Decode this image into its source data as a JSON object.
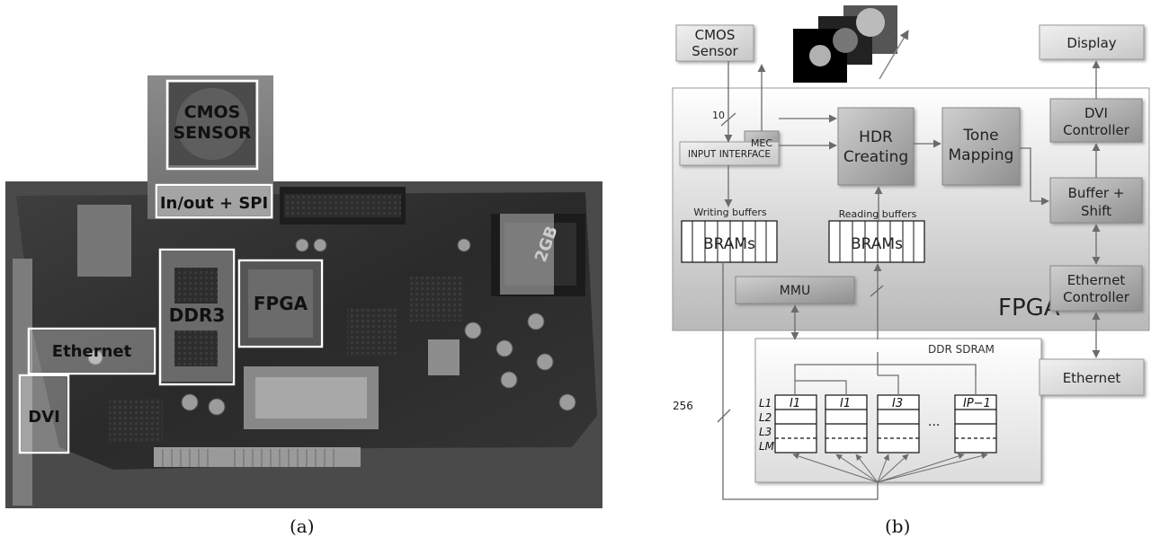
{
  "panel_a": {
    "caption": "(a)",
    "labels": {
      "cmos": [
        "CMOS",
        "SENSOR"
      ],
      "inout": "In/out + SPI",
      "ddr3": "DDR3",
      "fpga": "FPGA",
      "ethernet": "Ethernet",
      "dvi": "DVI",
      "cf_card": "2GB"
    }
  },
  "panel_b": {
    "caption": "(b)",
    "blocks": {
      "cmos_sensor": [
        "CMOS",
        "Sensor"
      ],
      "display": "Display",
      "dvi_controller": [
        "DVI",
        "Controller"
      ],
      "mec": "MEC",
      "input_interface": "INPUT INTERFACE",
      "hdr_creating": [
        "HDR",
        "Creating"
      ],
      "tone_mapping": [
        "Tone",
        "Mapping"
      ],
      "buffer_shift": [
        "Buffer +",
        "Shift"
      ],
      "writing_buffers": "Writing buffers",
      "reading_buffers": "Reading buffers",
      "brams": "BRAMs",
      "mmu": "MMU",
      "fpga": "FPGA",
      "ethernet_controller": [
        "Ethernet",
        "Controller"
      ],
      "ethernet": "Ethernet",
      "ddr_sdram": "DDR SDRAM"
    },
    "bus_widths": {
      "input": "10",
      "memory": "256"
    },
    "memory": {
      "rows": [
        "L1",
        "L2",
        "L3",
        "LM"
      ],
      "images": [
        "I1",
        "I1",
        "I3",
        "IP−1"
      ],
      "ellipsis": "..."
    }
  }
}
